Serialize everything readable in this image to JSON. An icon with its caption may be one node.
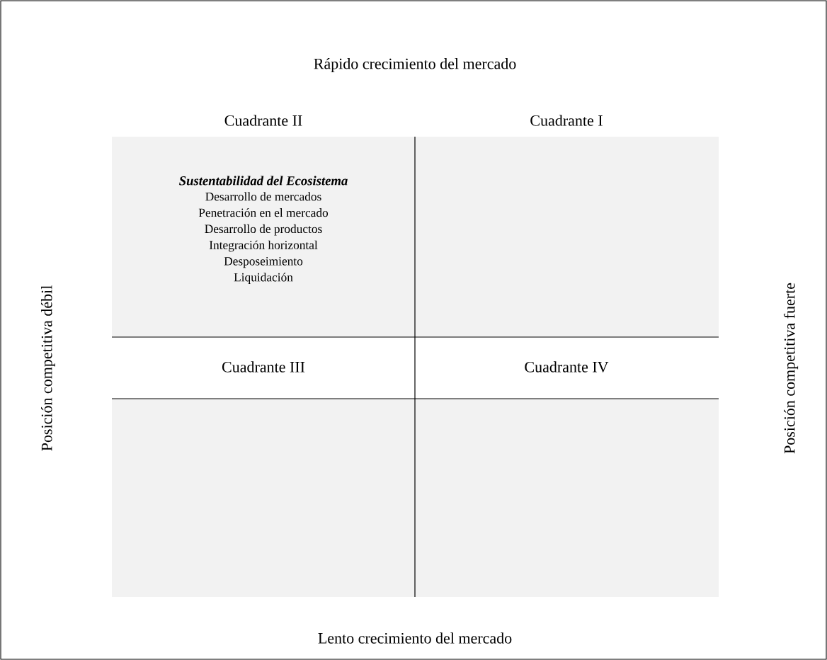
{
  "diagram": {
    "nodes": [
      {
        "text": [
          "Cuadrante II",
          "Sustentabilidad del Ecosistema",
          "Desarrollo de mercados",
          "Penetración en el mercado",
          "Desarrollo de productos",
          "Integración horizontal",
          "Desposeimiento",
          "Liquidación"
        ]
      },
      {
        "text": [
          "Cuadrante I"
        ]
      },
      {
        "text": [
          "Cuadrante III"
        ]
      },
      {
        "text": [
          "Cuadrante IV"
        ]
      }
    ],
    "labels": [
      "Rápido crecimiento del mercado",
      "Posición competitiva débil",
      "Posición competitiva fuerte",
      "Lento crecimiento del mercado"
    ]
  }
}
